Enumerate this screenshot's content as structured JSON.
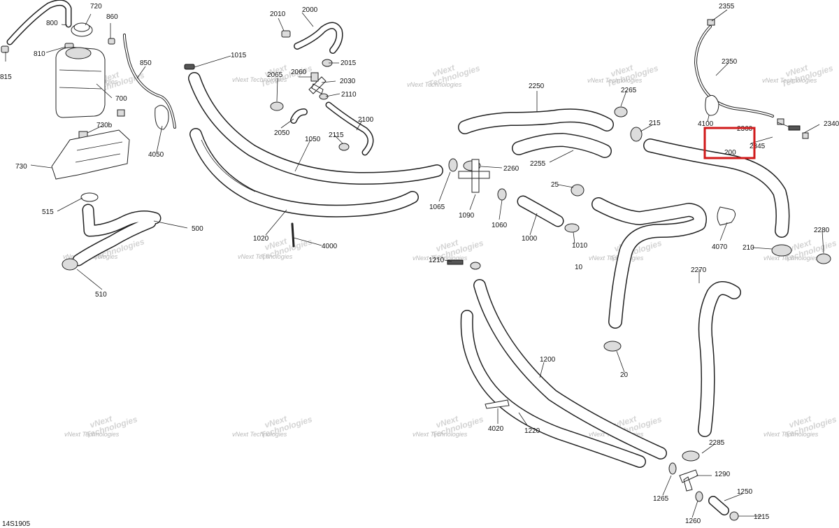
{
  "diagram_code": "14S1905",
  "watermark": {
    "line1": "vNext",
    "line2": "Technologies",
    "full": "vNext Technologies"
  },
  "highlight": {
    "label": "200",
    "color": "#d0191a"
  },
  "labels": [
    "720",
    "860",
    "800",
    "810",
    "815",
    "700",
    "850",
    "730b",
    "730",
    "4050",
    "515",
    "500",
    "510",
    "2010",
    "2000",
    "2065",
    "2060",
    "2030",
    "2015",
    "2110",
    "2050",
    "2100",
    "2115",
    "1015",
    "1050",
    "1020",
    "4000",
    "2250",
    "2265",
    "2255",
    "2260",
    "1065",
    "1090",
    "1060",
    "25",
    "1000",
    "1010",
    "10",
    "215",
    "4100",
    "2360",
    "2350",
    "2355",
    "2340",
    "2345",
    "4070",
    "210",
    "2280",
    "2270",
    "20",
    "1210",
    "1200",
    "4020",
    "1220",
    "2285",
    "1290",
    "1265",
    "1250",
    "1260",
    "1215"
  ]
}
